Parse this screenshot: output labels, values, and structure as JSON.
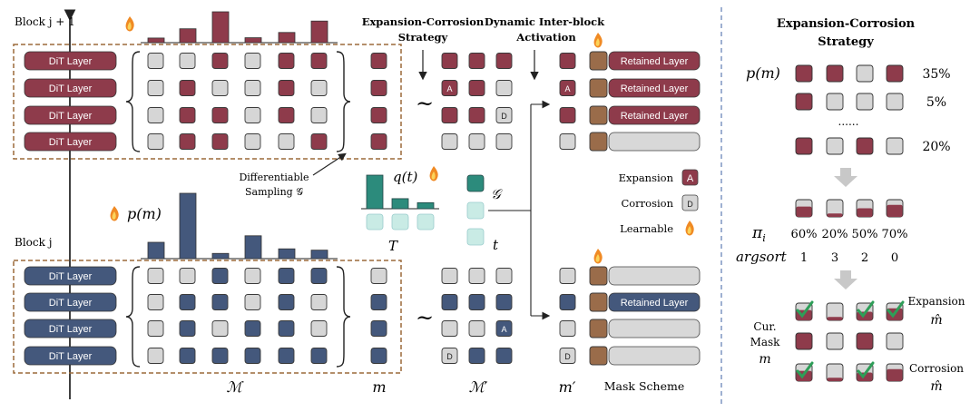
{
  "colors": {
    "red": "#8e3b4b",
    "blue": "#44587c",
    "gray_cell": "#d6d6d6",
    "teal": "#2c8b7c",
    "teal_light": "#c9ebe5",
    "brown": "#9a6c4a",
    "dashed_frame": "#9b6a3a",
    "divider": "#6a86b8"
  },
  "icons": {
    "learnable": "flame-icon",
    "check": "checkmark-icon",
    "arrow": "down-arrow-icon"
  },
  "labels": {
    "block_top": "Block j + 1",
    "block_bottom": "Block j",
    "dit_layer": "DiT Layer",
    "retained_layer": "Retained Layer",
    "expansion_corrosion_title_line1": "Expansion-Corrosion",
    "expansion_corrosion_title_line2": "Strategy",
    "dynamic_title_line1": "Dynamic Inter-block",
    "dynamic_title_line2": "Activation",
    "diff_sampling_line1": "Differentiable",
    "diff_sampling_line2": "Sampling 𝒢",
    "q_t": "q(t)",
    "p_m": "p(m)",
    "T": "T",
    "t": "t",
    "G": "𝒢",
    "tilde": "~",
    "M": "ℳ",
    "m": "m",
    "M_prime": "ℳ′",
    "m_prime": "m′",
    "mask_scheme": "Mask Scheme",
    "A": "A",
    "D": "D"
  },
  "legend": {
    "expansion": "Expansion",
    "corrosion": "Corrosion",
    "learnable": "Learnable"
  },
  "right_panel": {
    "title_line1": "Expansion-Corrosion",
    "title_line2": "Strategy",
    "p_m": "p(m)",
    "dist_rows": [
      {
        "pattern": [
          1,
          1,
          0,
          1
        ],
        "percent": "35%"
      },
      {
        "pattern": [
          1,
          0,
          0,
          0
        ],
        "percent": "5%"
      },
      {
        "pattern": [
          1,
          0,
          1,
          0
        ],
        "percent": "20%"
      }
    ],
    "ellipsis": "......",
    "pi_label": "π",
    "pi_sub": "i",
    "pi_values": [
      "60%",
      "20%",
      "50%",
      "70%"
    ],
    "pi_fill": [
      0.6,
      0.2,
      0.5,
      0.7
    ],
    "argsort_label": "argsort",
    "argsort_values": [
      "1",
      "3",
      "2",
      "0"
    ],
    "cur_mask_line1": "Cur.",
    "cur_mask_line2": "Mask",
    "cur_mask_line3": "m",
    "expansion_label": "Expansion",
    "corrosion_label": "Corrosion",
    "m_hat": "m̂"
  },
  "top_histogram": [
    0.15,
    0.45,
    1.0,
    0.16,
    0.33,
    0.7
  ],
  "bottom_histogram": [
    0.25,
    1.0,
    0.08,
    0.35,
    0.15,
    0.13
  ],
  "q_histogram": [
    1.0,
    0.3,
    0.18
  ],
  "top_block": {
    "grid": [
      [
        0,
        0,
        1,
        0,
        1,
        1
      ],
      [
        0,
        1,
        0,
        0,
        1,
        0
      ],
      [
        0,
        1,
        1,
        0,
        1,
        0
      ],
      [
        0,
        1,
        1,
        0,
        0,
        1
      ]
    ],
    "m": [
      1,
      1,
      1,
      1
    ],
    "m_prime_cells": [
      [
        "r",
        "r",
        "r"
      ],
      [
        "A",
        "r",
        "g"
      ],
      [
        "r",
        "r",
        "D"
      ],
      [
        "g",
        "g",
        "g"
      ]
    ],
    "m_prime_col": [
      "r",
      "A",
      "r",
      "g"
    ],
    "retained": [
      true,
      true,
      true,
      false
    ]
  },
  "bottom_block": {
    "grid": [
      [
        0,
        0,
        1,
        0,
        1,
        1
      ],
      [
        0,
        1,
        1,
        0,
        1,
        0
      ],
      [
        0,
        1,
        0,
        1,
        1,
        0
      ],
      [
        0,
        1,
        1,
        1,
        1,
        1
      ]
    ],
    "m": [
      0,
      1,
      1,
      1
    ],
    "m_prime_cells": [
      [
        "g",
        "g",
        "g"
      ],
      [
        "b",
        "b",
        "b"
      ],
      [
        "g",
        "g",
        "A"
      ],
      [
        "D",
        "b",
        "b"
      ]
    ],
    "m_prime_col": [
      "g",
      "b",
      "g",
      "D"
    ],
    "retained": [
      false,
      true,
      false,
      false
    ]
  }
}
